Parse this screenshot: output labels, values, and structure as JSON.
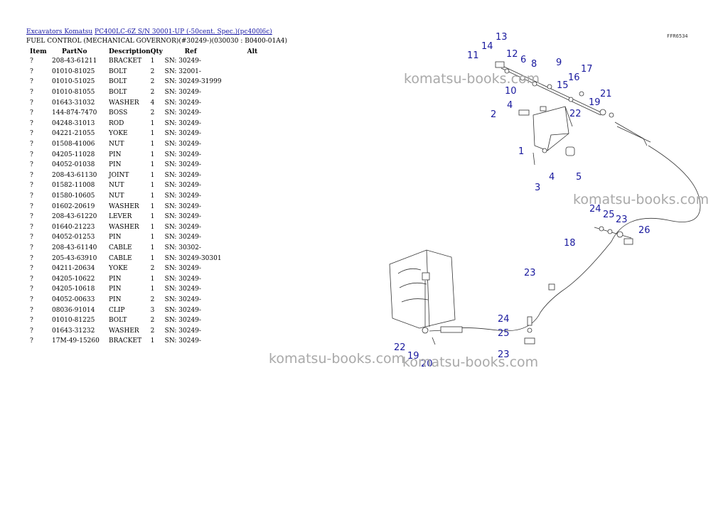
{
  "breadcrumb": {
    "link1": "Excavators Komatsu",
    "link2": "PC400LC-6Z S/N 30001-UP (-50cent. Spec.)(pc400l6c)"
  },
  "page_title": "FUEL CONTROL (MECHANICAL GOVERNOR)(#30249-)(030030 : B0400-01A4)",
  "table": {
    "headers": [
      "Item",
      "PartNo",
      "Description",
      "Qty",
      "Ref",
      "Alt"
    ],
    "rows": [
      [
        "?",
        "208-43-61211",
        "BRACKET",
        "1",
        "SN: 30249-",
        ""
      ],
      [
        "?",
        "01010-81025",
        "BOLT",
        "2",
        "SN: 32001-",
        ""
      ],
      [
        "?",
        "01010-51025",
        "BOLT",
        "2",
        "SN: 30249-31999",
        ""
      ],
      [
        "?",
        "01010-81055",
        "BOLT",
        "2",
        "SN: 30249-",
        ""
      ],
      [
        "?",
        "01643-31032",
        "WASHER",
        "4",
        "SN: 30249-",
        ""
      ],
      [
        "?",
        "144-874-7470",
        "BOSS",
        "2",
        "SN: 30249-",
        ""
      ],
      [
        "?",
        "04248-31013",
        "ROD",
        "1",
        "SN: 30249-",
        ""
      ],
      [
        "?",
        "04221-21055",
        "YOKE",
        "1",
        "SN: 30249-",
        ""
      ],
      [
        "?",
        "01508-41006",
        "NUT",
        "1",
        "SN: 30249-",
        ""
      ],
      [
        "?",
        "04205-11028",
        "PIN",
        "1",
        "SN: 30249-",
        ""
      ],
      [
        "?",
        "04052-01038",
        "PIN",
        "1",
        "SN: 30249-",
        ""
      ],
      [
        "?",
        "208-43-61130",
        "JOINT",
        "1",
        "SN: 30249-",
        ""
      ],
      [
        "?",
        "01582-11008",
        "NUT",
        "1",
        "SN: 30249-",
        ""
      ],
      [
        "?",
        "01580-10605",
        "NUT",
        "1",
        "SN: 30249-",
        ""
      ],
      [
        "?",
        "01602-20619",
        "WASHER",
        "1",
        "SN: 30249-",
        ""
      ],
      [
        "?",
        "208-43-61220",
        "LEVER",
        "1",
        "SN: 30249-",
        ""
      ],
      [
        "?",
        "01640-21223",
        "WASHER",
        "1",
        "SN: 30249-",
        ""
      ],
      [
        "?",
        "04052-01253",
        "PIN",
        "1",
        "SN: 30249-",
        ""
      ],
      [
        "?",
        "208-43-61140",
        "CABLE",
        "1",
        "SN: 30302-",
        ""
      ],
      [
        "?",
        "205-43-63910",
        "CABLE",
        "1",
        "SN: 30249-30301",
        ""
      ],
      [
        "?",
        "04211-20634",
        "YOKE",
        "2",
        "SN: 30249-",
        ""
      ],
      [
        "?",
        "04205-10622",
        "PIN",
        "1",
        "SN: 30249-",
        ""
      ],
      [
        "?",
        "04205-10618",
        "PIN",
        "1",
        "SN: 30249-",
        ""
      ],
      [
        "?",
        "04052-00633",
        "PIN",
        "2",
        "SN: 30249-",
        ""
      ],
      [
        "?",
        "08036-91014",
        "CLIP",
        "3",
        "SN: 30249-",
        ""
      ],
      [
        "?",
        "01010-81225",
        "BOLT",
        "2",
        "SN: 30249-",
        ""
      ],
      [
        "?",
        "01643-31232",
        "WASHER",
        "2",
        "SN: 30249-",
        ""
      ],
      [
        "?",
        "17M-49-15260",
        "BRACKET",
        "1",
        "SN: 30249-",
        ""
      ]
    ]
  },
  "diagram": {
    "code": "FFR6534",
    "watermark": "komatsu-books.com",
    "callouts": [
      "1",
      "2",
      "3",
      "4",
      "5",
      "6",
      "8",
      "9",
      "10",
      "11",
      "12",
      "13",
      "14",
      "15",
      "16",
      "17",
      "18",
      "19",
      "20",
      "21",
      "22",
      "23",
      "24",
      "25",
      "26"
    ],
    "colors": {
      "callout": "#1a1a9e",
      "link": "#1a1aa6",
      "watermark": "#a9a9a9"
    }
  }
}
